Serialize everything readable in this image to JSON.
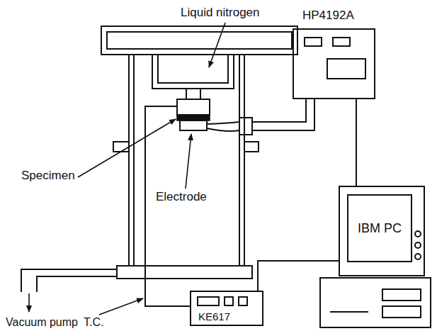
{
  "diagram": {
    "nodes": [
      {
        "text": [
          "HP4192A"
        ]
      },
      {
        "text": [
          "IBM PC"
        ]
      },
      {
        "text": [
          "KE617"
        ]
      }
    ],
    "edges": [
      {
        "from": 0,
        "to": 1,
        "arrow": "none"
      },
      {
        "from": 2,
        "to": 1,
        "arrow": "none"
      }
    ],
    "labels": [
      "Liquid nitrogen",
      "Specimen",
      "Electrode",
      "Vacuum pump",
      "T.C."
    ]
  }
}
